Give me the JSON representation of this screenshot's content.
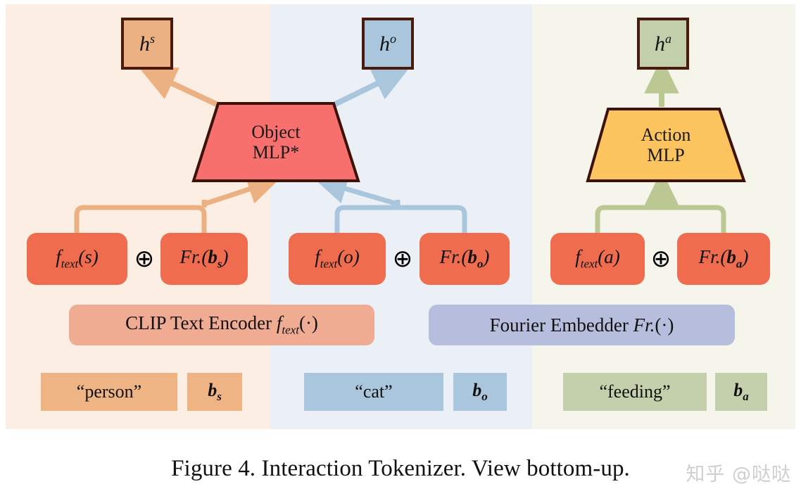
{
  "figure": {
    "caption": "Figure 4. Interaction Tokenizer. View bottom-up.",
    "watermark": "知乎 @哒哒"
  },
  "colors": {
    "panel_subject_bg": "#fdeee3",
    "panel_object_bg": "#eaf0f5",
    "panel_action_bg": "#f5f5ec",
    "token_pill": "#ef6d4e",
    "mlp_object": "#f8706e",
    "mlp_action": "#fbc45f",
    "clip_encoder": "#f0ab93",
    "fourier_embedder": "#b7bedd",
    "subject_accent": "#ecb183",
    "object_accent": "#a9c6dd",
    "action_accent": "#c3cfab",
    "outline_dark": "#4a1a0d"
  },
  "branches": {
    "subject": {
      "output_label": "h",
      "output_sup": "s",
      "token_text": "f",
      "token_text_sub": "text",
      "token_text_arg": "(s)",
      "oplus": "⊕",
      "token_box": "Fr.",
      "token_box_arg": "b",
      "token_box_sub": "s",
      "input_word": "“person”",
      "input_box": "b",
      "input_box_sub": "s"
    },
    "object": {
      "output_label": "h",
      "output_sup": "o",
      "token_text": "f",
      "token_text_sub": "text",
      "token_text_arg": "(o)",
      "oplus": "⊕",
      "token_box": "Fr.",
      "token_box_arg": "b",
      "token_box_sub": "o",
      "input_word": "“cat”",
      "input_box": "b",
      "input_box_sub": "o"
    },
    "action": {
      "output_label": "h",
      "output_sup": "a",
      "token_text": "f",
      "token_text_sub": "text",
      "token_text_arg": "(a)",
      "oplus": "⊕",
      "token_box": "Fr.",
      "token_box_arg": "b",
      "token_box_sub": "a",
      "input_word": "“feeding”",
      "input_box": "b",
      "input_box_sub": "a"
    }
  },
  "modules": {
    "object_mlp_line1": "Object",
    "object_mlp_line2": "MLP*",
    "action_mlp_line1": "Action",
    "action_mlp_line2": "MLP",
    "clip_encoder_text": "CLIP Text Encoder",
    "clip_encoder_math": "f",
    "clip_encoder_math_sub": "text",
    "clip_encoder_math_arg": "(·)",
    "fourier_text": "Fourier Embedder",
    "fourier_math": "Fr.",
    "fourier_math_arg": "(·)"
  }
}
